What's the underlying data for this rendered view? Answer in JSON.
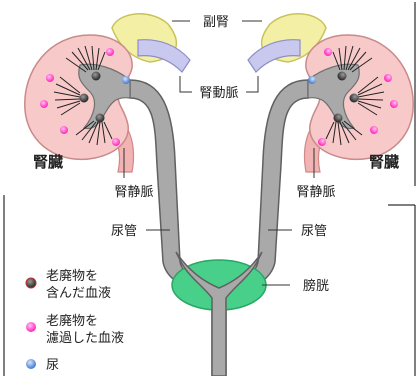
{
  "labels": {
    "adrenal": "副腎",
    "renal_artery": "腎動脈",
    "kidney_left": "腎臓",
    "kidney_right": "腎臓",
    "renal_vein_left": "腎静脈",
    "renal_vein_right": "腎静脈",
    "ureter_left": "尿管",
    "ureter_right": "尿管",
    "bladder": "膀胱"
  },
  "legend": [
    {
      "line1": "老廃物を",
      "line2": "含んだ血液",
      "icon": "dark-dot-icon",
      "color": "#555555"
    },
    {
      "line1": "老廃物を",
      "line2": "濾過した血液",
      "icon": "pink-dot-icon",
      "color": "#ff3cc8"
    },
    {
      "line1": "尿",
      "line2": "",
      "icon": "blue-dot-icon",
      "color": "#5a8fd8"
    }
  ],
  "colors": {
    "kidney": "#f7c9c9",
    "adrenal": "#f3f0a6",
    "artery": "#c9c9ef",
    "vein": "#f2b3b3",
    "ureter": "#a9a9a9",
    "bladder": "#48d08a",
    "label_red": "#e0322a"
  }
}
